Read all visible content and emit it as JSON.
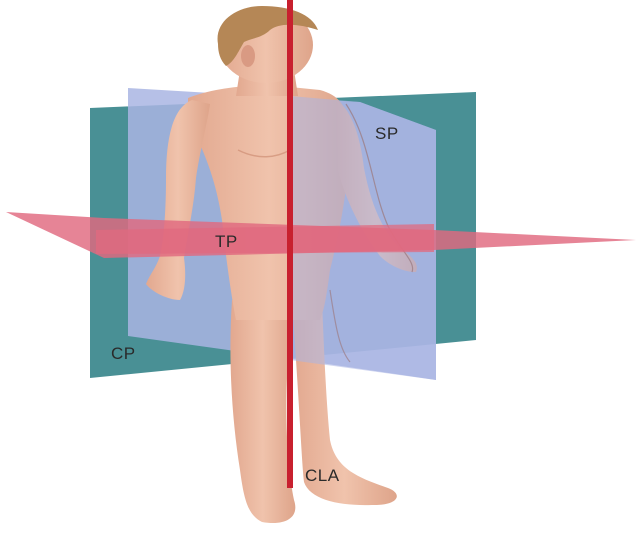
{
  "diagram": {
    "labels": {
      "sagittal": "SP",
      "transverse": "TP",
      "coronal": "CP",
      "longitudinal_axis": "CLA"
    },
    "colors": {
      "coronal_plane": "#3f8a8f",
      "sagittal_plane": "#a9b5e3",
      "transverse_plane": "#e0697f",
      "longitudinal_axis": "#c8202f",
      "skin": "#eab69d",
      "skin_shadow": "#d99a83",
      "hair": "#b58756"
    }
  }
}
